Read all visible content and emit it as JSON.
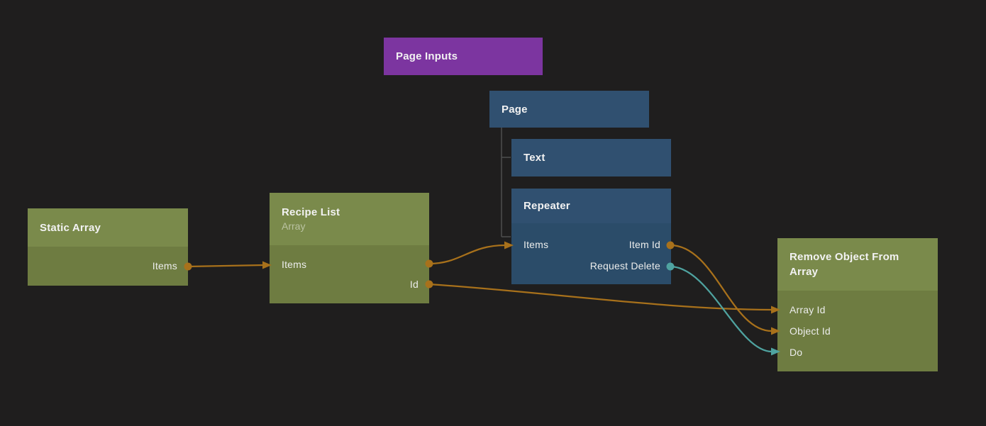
{
  "canvas": {
    "background": "#1f1e1e"
  },
  "colors": {
    "node_purple": "#7c35a0",
    "node_blue_header": "#305070",
    "node_blue_body": "#2b4c69",
    "node_green_header": "#7a8a4b",
    "node_green_body": "#6e7c41",
    "wire_orange": "#a8711b",
    "wire_teal": "#4fa3a0",
    "tree_line": "#4e4e4e",
    "title_text": "#f2f2f2",
    "port_text": "#ecedec"
  },
  "nodes": {
    "page_inputs": {
      "title": "Page Inputs"
    },
    "page": {
      "title": "Page"
    },
    "text": {
      "title": "Text"
    },
    "repeater": {
      "title": "Repeater",
      "ports": {
        "items": "Items",
        "item_id": "Item Id",
        "request_delete": "Request Delete"
      }
    },
    "static_array": {
      "title": "Static Array",
      "ports": {
        "items": "Items"
      }
    },
    "recipe_list": {
      "title": "Recipe List",
      "subtitle": "Array",
      "ports": {
        "items": "Items",
        "id": "Id"
      }
    },
    "remove_object_from_array": {
      "title": "Remove Object From Array",
      "ports": {
        "array_id": "Array Id",
        "object_id": "Object Id",
        "do": "Do"
      }
    }
  },
  "hierarchy": [
    {
      "parent": "Page",
      "child": "Text"
    },
    {
      "parent": "Page",
      "child": "Repeater"
    }
  ],
  "connections": [
    {
      "from_node": "Static Array",
      "from_port": "Items",
      "to_node": "Recipe List",
      "to_port": "Items",
      "color": "#a8711b"
    },
    {
      "from_node": "Recipe List",
      "from_port": "Items",
      "to_node": "Repeater",
      "to_port": "Items",
      "color": "#a8711b"
    },
    {
      "from_node": "Recipe List",
      "from_port": "Id",
      "to_node": "Remove Object From Array",
      "to_port": "Array Id",
      "color": "#a8711b"
    },
    {
      "from_node": "Repeater",
      "from_port": "Item Id",
      "to_node": "Remove Object From Array",
      "to_port": "Object Id",
      "color": "#a8711b"
    },
    {
      "from_node": "Repeater",
      "from_port": "Request Delete",
      "to_node": "Remove Object From Array",
      "to_port": "Do",
      "color": "#4fa3a0"
    }
  ]
}
